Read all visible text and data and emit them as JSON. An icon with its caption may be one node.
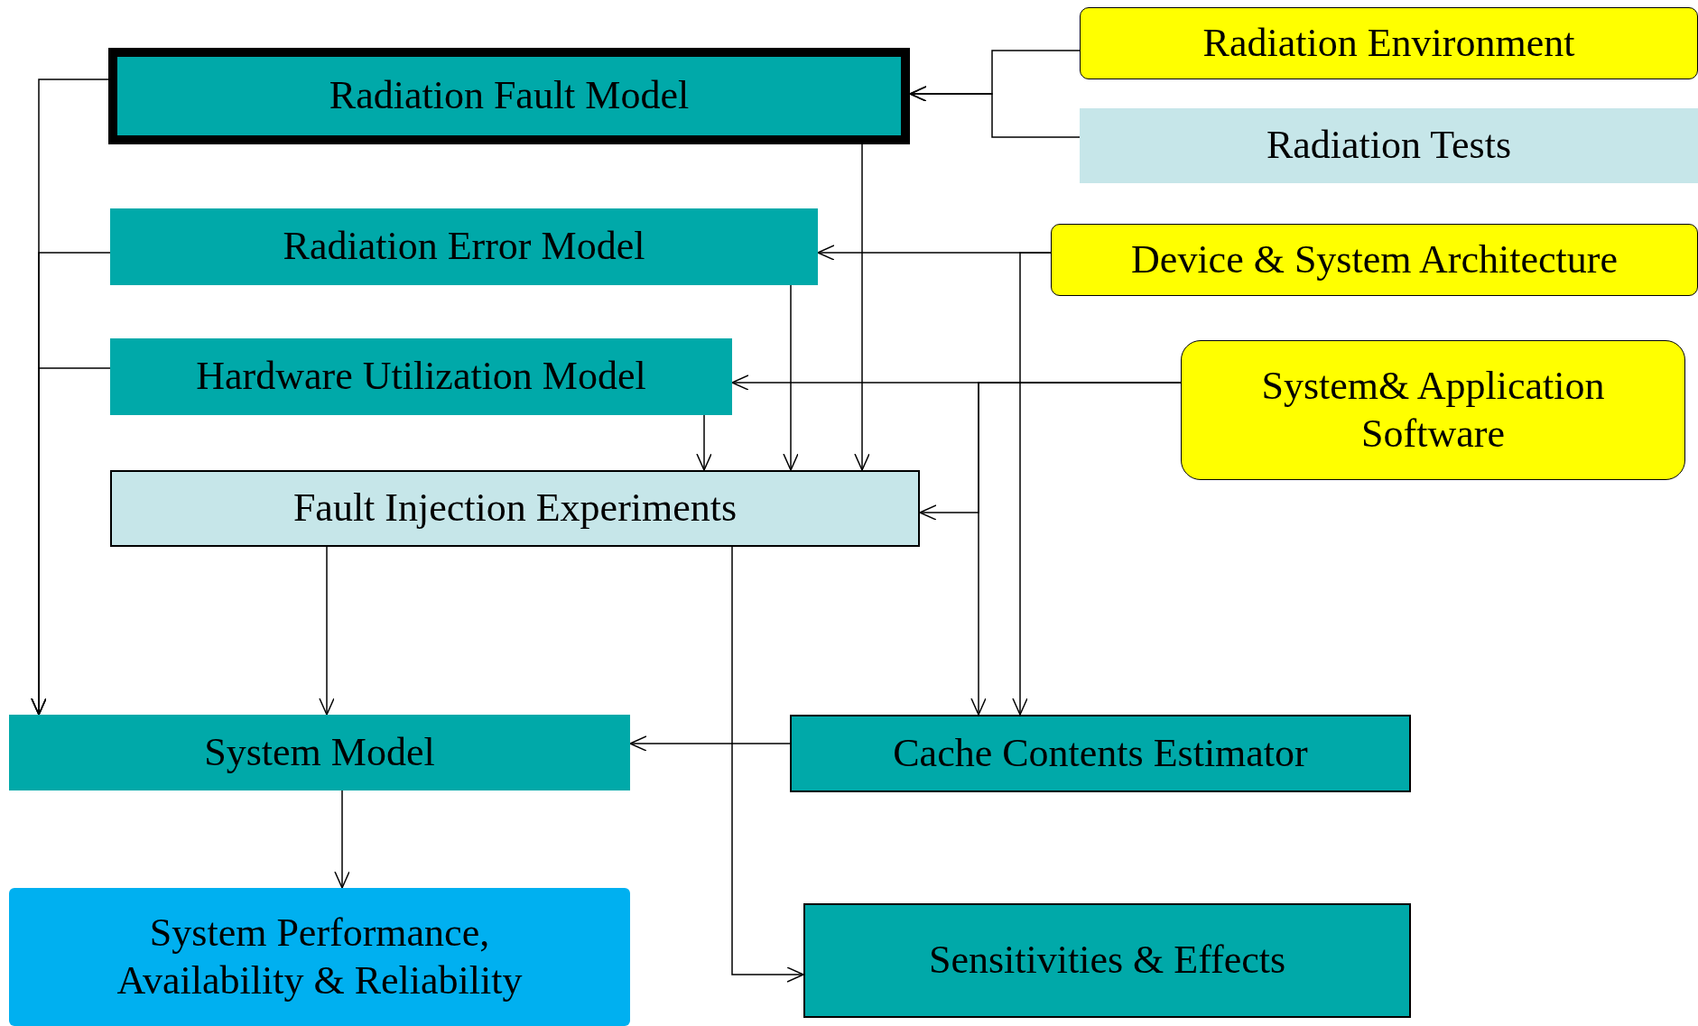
{
  "diagram": {
    "nodes": [
      {
        "text": [
          "Radiation Fault Model"
        ]
      },
      {
        "text": [
          "Radiation Environment"
        ]
      },
      {
        "text": [
          "Radiation Tests"
        ]
      },
      {
        "text": [
          "Radiation Error Model"
        ]
      },
      {
        "text": [
          "Device & System Architecture"
        ]
      },
      {
        "text": [
          "Hardware Utilization Model"
        ]
      },
      {
        "text": [
          "System& Application Software"
        ]
      },
      {
        "text": [
          "Fault Injection Experiments"
        ]
      },
      {
        "text": [
          "System Model"
        ]
      },
      {
        "text": [
          "Cache Contents Estimator"
        ]
      },
      {
        "text": [
          "System Performance, Availability & Reliability"
        ]
      },
      {
        "text": [
          "Sensitivities & Effects"
        ]
      }
    ],
    "edges": [
      {
        "from": 1,
        "to": 0,
        "arrow": "to"
      },
      {
        "from": 2,
        "to": 0,
        "arrow": "to"
      },
      {
        "from": 0,
        "to": 8,
        "arrow": "to"
      },
      {
        "from": 3,
        "to": 8,
        "arrow": "to"
      },
      {
        "from": 5,
        "to": 8,
        "arrow": "to"
      },
      {
        "from": 0,
        "to": 7,
        "arrow": "to"
      },
      {
        "from": 3,
        "to": 7,
        "arrow": "to"
      },
      {
        "from": 5,
        "to": 7,
        "arrow": "to"
      },
      {
        "from": 4,
        "to": 3,
        "arrow": "to"
      },
      {
        "from": 4,
        "to": 9,
        "arrow": "to"
      },
      {
        "from": 6,
        "to": 5,
        "arrow": "to"
      },
      {
        "from": 6,
        "to": 7,
        "arrow": "to"
      },
      {
        "from": 6,
        "to": 9,
        "arrow": "to"
      },
      {
        "from": 7,
        "to": 8,
        "arrow": "to"
      },
      {
        "from": 7,
        "to": 11,
        "arrow": "to"
      },
      {
        "from": 9,
        "to": 8,
        "arrow": "to"
      },
      {
        "from": 8,
        "to": 10,
        "arrow": "to"
      }
    ]
  }
}
